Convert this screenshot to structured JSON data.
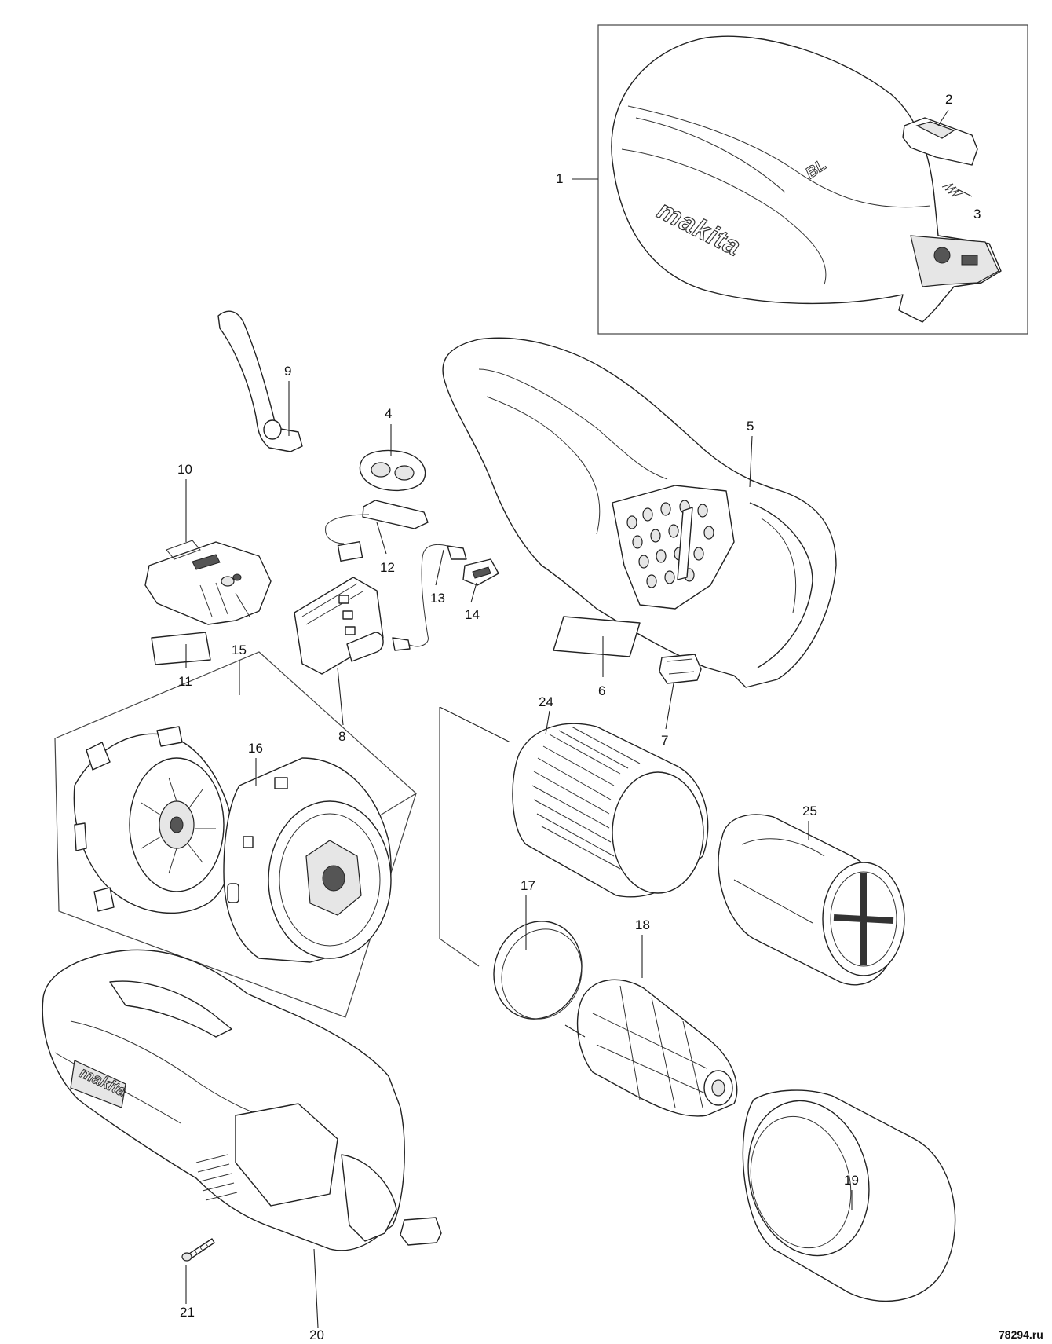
{
  "callouts": [
    "1",
    "2",
    "3",
    "4",
    "5",
    "6",
    "7",
    "8",
    "9",
    "10",
    "11",
    "12",
    "13",
    "14",
    "15",
    "16",
    "17",
    "18",
    "19",
    "20",
    "21",
    "24",
    "25"
  ],
  "labels": {
    "housing_brand": "makita",
    "battery_brand": "makita",
    "badge": "BL"
  },
  "watermark": "78294.ru"
}
